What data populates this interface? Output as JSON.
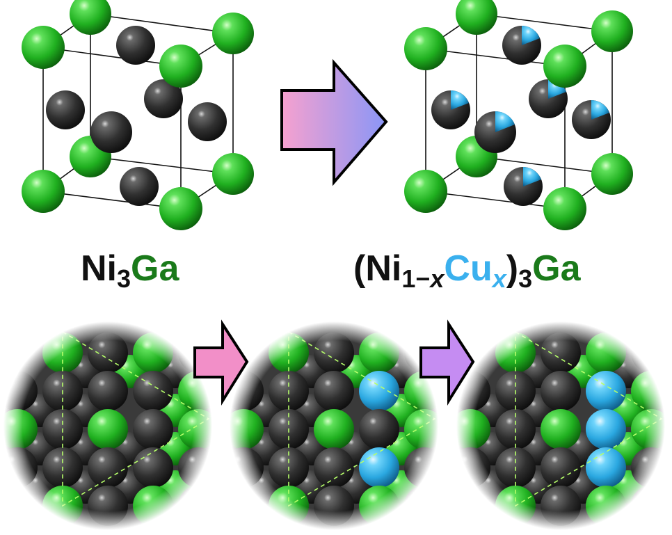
{
  "left_label": {
    "element1": "Ni",
    "sub1": "3",
    "element2": "Ga"
  },
  "right_label": {
    "open": "(",
    "element1": "Ni",
    "sub1": "1−x",
    "sub1_main": "1−",
    "sub1_var": "x",
    "element2": "Cu",
    "sub2": "x",
    "close": ")",
    "sub3": "3",
    "element3": "Ga"
  },
  "colors": {
    "ga_atom": "#2ec02e",
    "ni_atom": "#2e2e2e",
    "cu_atom": "#36b8ec",
    "ga_text": "#1a7a1a",
    "cu_text": "#3ab0ee",
    "arrow_big_start": "#f6a1cf",
    "arrow_big_end": "#8a96f6",
    "arrow_small_pink": "#f28fc8",
    "arrow_small_purple": "#c58cf2"
  },
  "icons": [
    "unit-cell-ni3ga",
    "unit-cell-ni-cu-ga",
    "close-packed-plane",
    "transition-arrow"
  ]
}
